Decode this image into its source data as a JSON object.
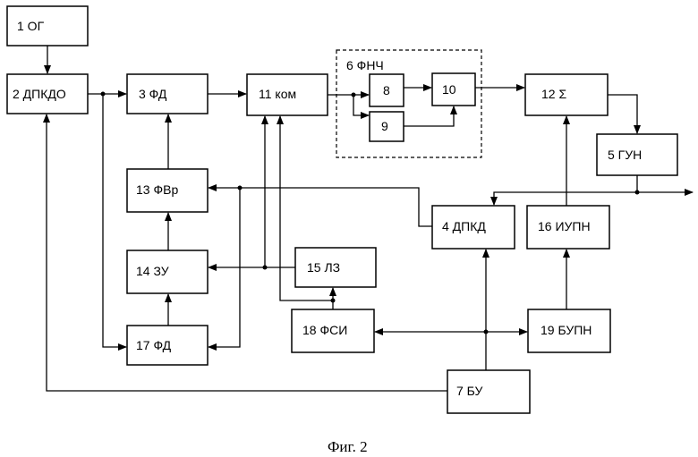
{
  "blocks": {
    "b1": "1 ОГ",
    "b2": "2 ДПКДО",
    "b3": "3 ФД",
    "b4": "4 ДПКД",
    "b5": "5 ГУН",
    "b6": "6 ФНЧ",
    "b7": "7  БУ",
    "b8": "8",
    "b9": "9",
    "b10": "10",
    "b11": "11 ком",
    "b12": "12 Σ",
    "b13": "13 ФВр",
    "b14": "14 ЗУ",
    "b15": "15 ЛЗ",
    "b16": "16 ИУПН",
    "b17": "17 ФД",
    "b18": "18 ФСИ",
    "b19": "19 БУПН"
  },
  "caption": "Фиг. 2"
}
